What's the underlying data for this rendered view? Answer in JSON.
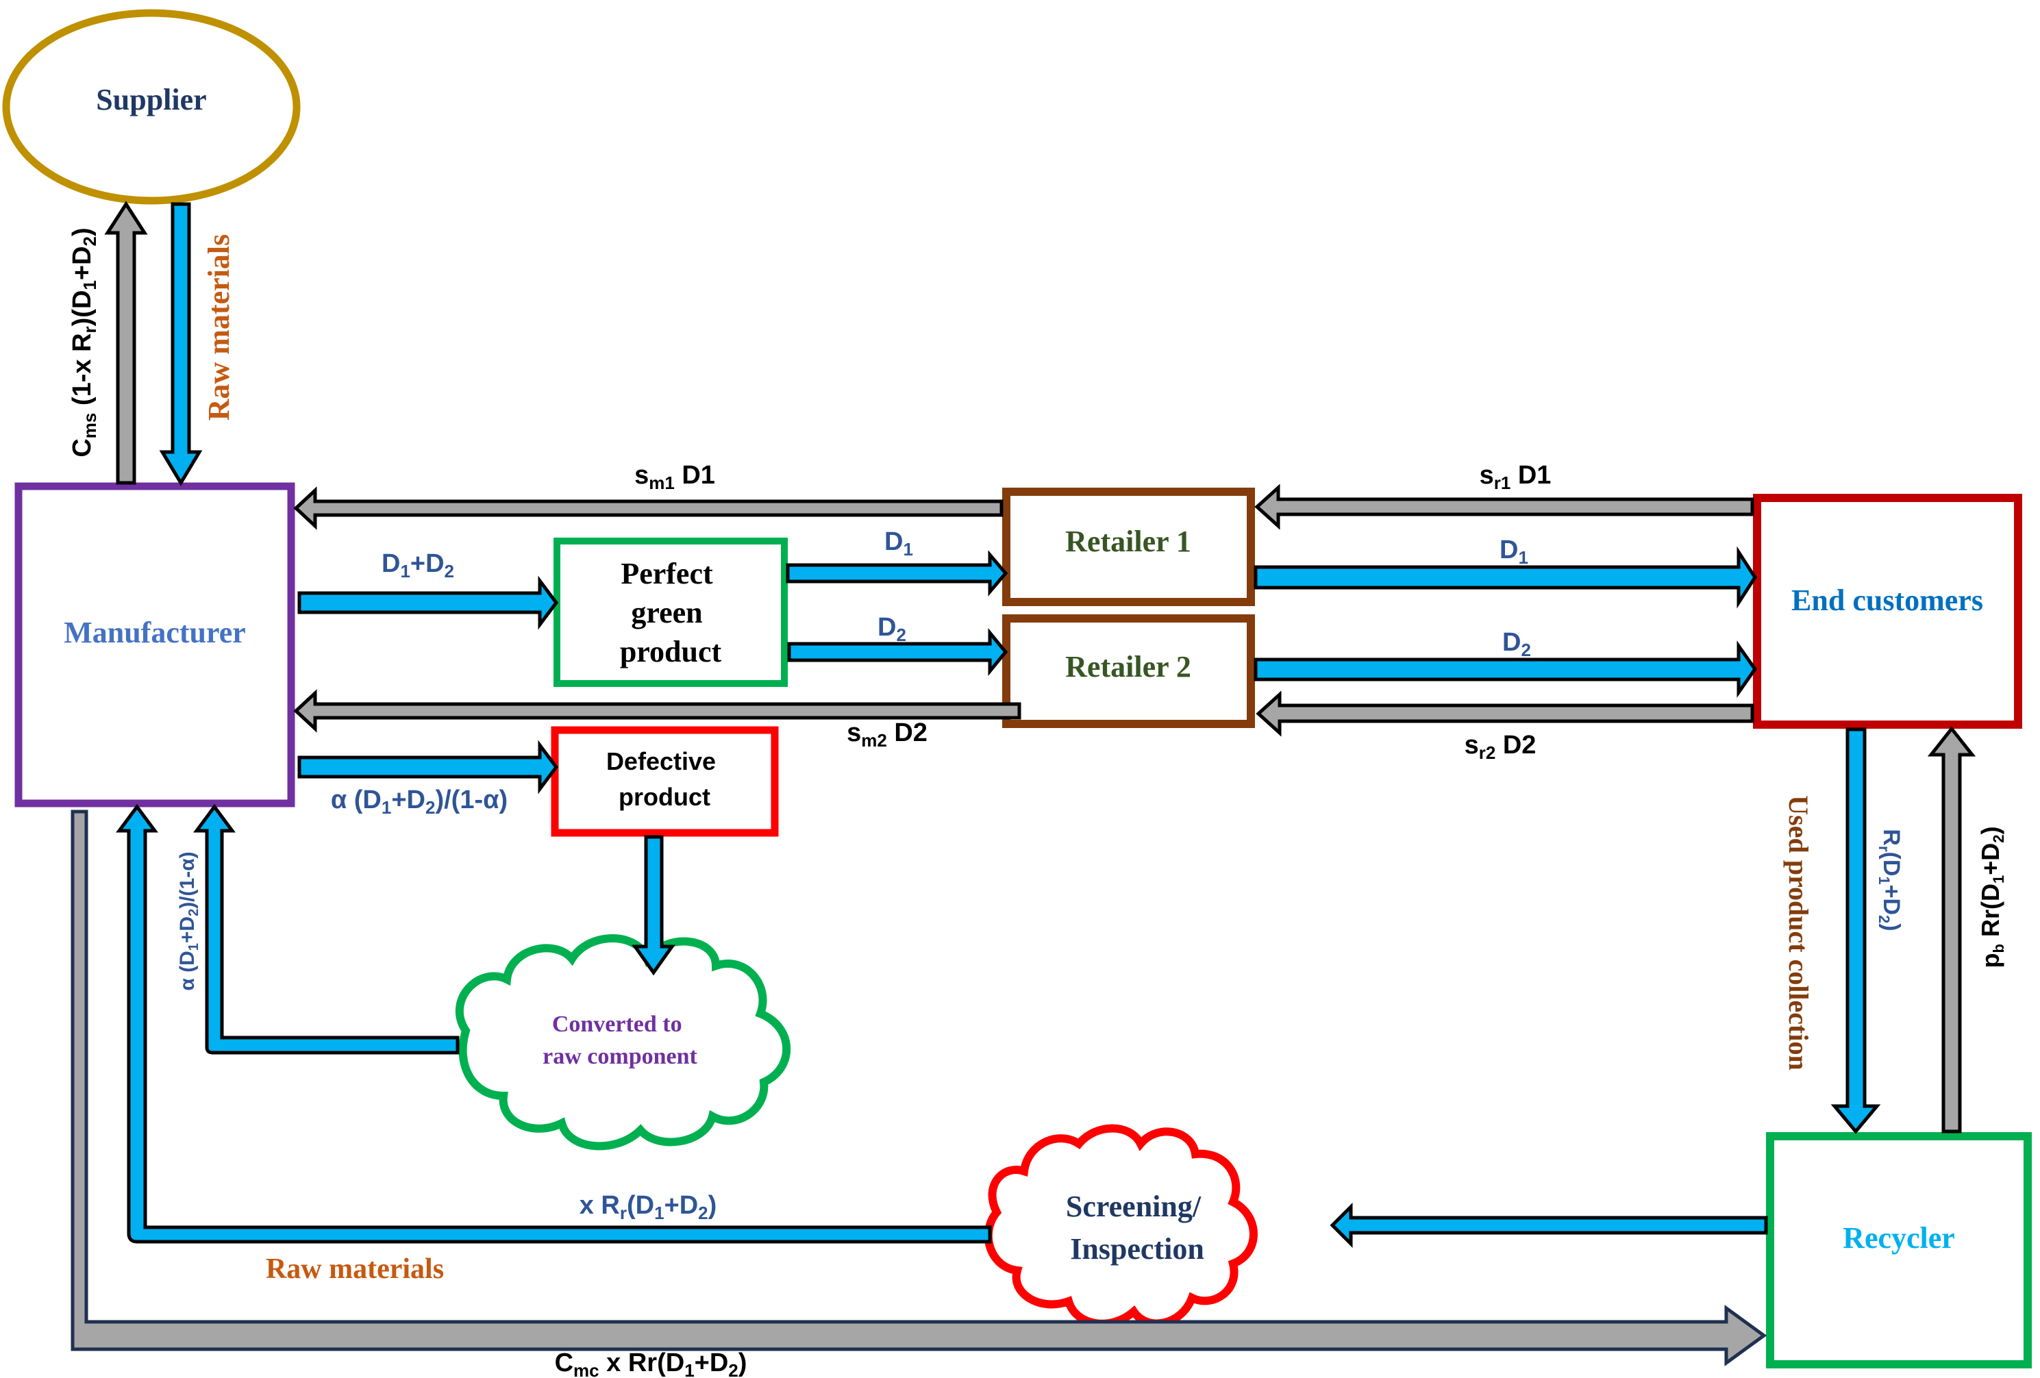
{
  "diagram": {
    "title": "Green closed-loop supply chain flow",
    "colors": {
      "flow_blue": "#00B0F0",
      "payment_gray": "#A6A6A6",
      "outline_black": "#000000",
      "outline_navy": "#1F3050",
      "supplier_border": "#BF9000",
      "manufacturer_border": "#7030A0",
      "perfect_border": "#00B050",
      "defective_border": "#FF0000",
      "retailer_border": "#843C0C",
      "customers_border": "#C00000",
      "recycler_border": "#00B050",
      "converted_cloud": "#00B050",
      "screening_cloud": "#FF0000"
    },
    "nodes": {
      "supplier": {
        "label": "Supplier",
        "text_color": "#1F3864"
      },
      "manufacturer": {
        "label": "Manufacturer",
        "text_color": "#4472C4"
      },
      "perfect_product": {
        "lines": [
          "Perfect",
          "green",
          "product"
        ],
        "text_color": "#000000"
      },
      "defective_product": {
        "lines": [
          "Defective",
          "product"
        ],
        "text_color": "#000000"
      },
      "retailer_1": {
        "label": "Retailer 1",
        "text_color": "#375623"
      },
      "retailer_2": {
        "label": "Retailer 2",
        "text_color": "#375623"
      },
      "end_customers": {
        "label": "End customers",
        "text_color": "#0070C0"
      },
      "recycler": {
        "label": "Recycler",
        "text_color": "#00B0F0"
      },
      "converted_cloud": {
        "lines": [
          "Converted to",
          "raw component"
        ],
        "text_color": "#7030A0"
      },
      "screening_cloud": {
        "lines": [
          "Screening/",
          "Inspection"
        ],
        "text_color": "#1F3864"
      }
    },
    "flows": {
      "cms_payment": {
        "pre": "C",
        "sub": "ms",
        "post": " (1-x R",
        "sub2": "r",
        "post2": ")(D",
        "sub3": "1",
        "post3": "+D",
        "sub4": "2",
        "post4": ")",
        "color": "#000000"
      },
      "raw_materials_top": {
        "label": "Raw materials",
        "color": "#C55A11"
      },
      "sm1": {
        "pre": "s",
        "sub": "m1",
        "post": " D1",
        "color": "#000000"
      },
      "sr1": {
        "pre": "s",
        "sub": "r1",
        "post": " D1",
        "color": "#000000"
      },
      "sm2": {
        "pre": "s",
        "sub": "m2",
        "post": " D2",
        "color": "#000000"
      },
      "sr2": {
        "pre": "s",
        "sub": "r2",
        "post": " D2",
        "color": "#000000"
      },
      "d1_plus_d2": {
        "pre": "D",
        "sub": "1",
        "post": "+D",
        "sub2": "2",
        "color": "#2F5597"
      },
      "d1_product": {
        "pre": "D",
        "sub": "1",
        "color": "#2F5597"
      },
      "d2_product": {
        "pre": "D",
        "sub": "2",
        "color": "#2F5597"
      },
      "d1_customer": {
        "pre": "D",
        "sub": "1",
        "color": "#2F5597"
      },
      "d2_customer": {
        "pre": "D",
        "sub": "2",
        "color": "#2F5597"
      },
      "alpha_defective": {
        "pre": "α (D",
        "sub": "1",
        "post": "+D",
        "sub2": "2",
        "post2": ")/(1-α)",
        "color": "#2F5597"
      },
      "alpha_return": {
        "pre": "α (D",
        "sub": "1",
        "post": "+D",
        "sub2": "2",
        "post2": ")/(1-α)",
        "color": "#2F5597"
      },
      "used_product_collection": {
        "label": "Used product collection",
        "color": "#843C0C"
      },
      "rr_collection": {
        "pre": "R",
        "sub": "r",
        "post": "(D",
        "sub2": "1",
        "post2": "+D",
        "sub3": "2",
        "post3": ")",
        "color": "#2F5597"
      },
      "pb_payment": {
        "pre": "p",
        "sub": "b",
        "post": " Rr(D",
        "sub2": "1",
        "post2": "+D",
        "sub3": "2",
        "post3": ")",
        "color": "#000000"
      },
      "x_rr": {
        "pre": "x R",
        "sub": "r",
        "post": "(D",
        "sub2": "1",
        "post2": "+D",
        "sub3": "2",
        "post3": ")",
        "color": "#2F5597"
      },
      "raw_materials_bottom": {
        "label": "Raw materials",
        "color": "#C55A11"
      },
      "cmc_payment": {
        "pre": "C",
        "sub": "mc",
        "post": " x Rr(D",
        "sub2": "1",
        "post2": "+D",
        "sub3": "2",
        "post3": ")",
        "color": "#000000"
      }
    }
  }
}
